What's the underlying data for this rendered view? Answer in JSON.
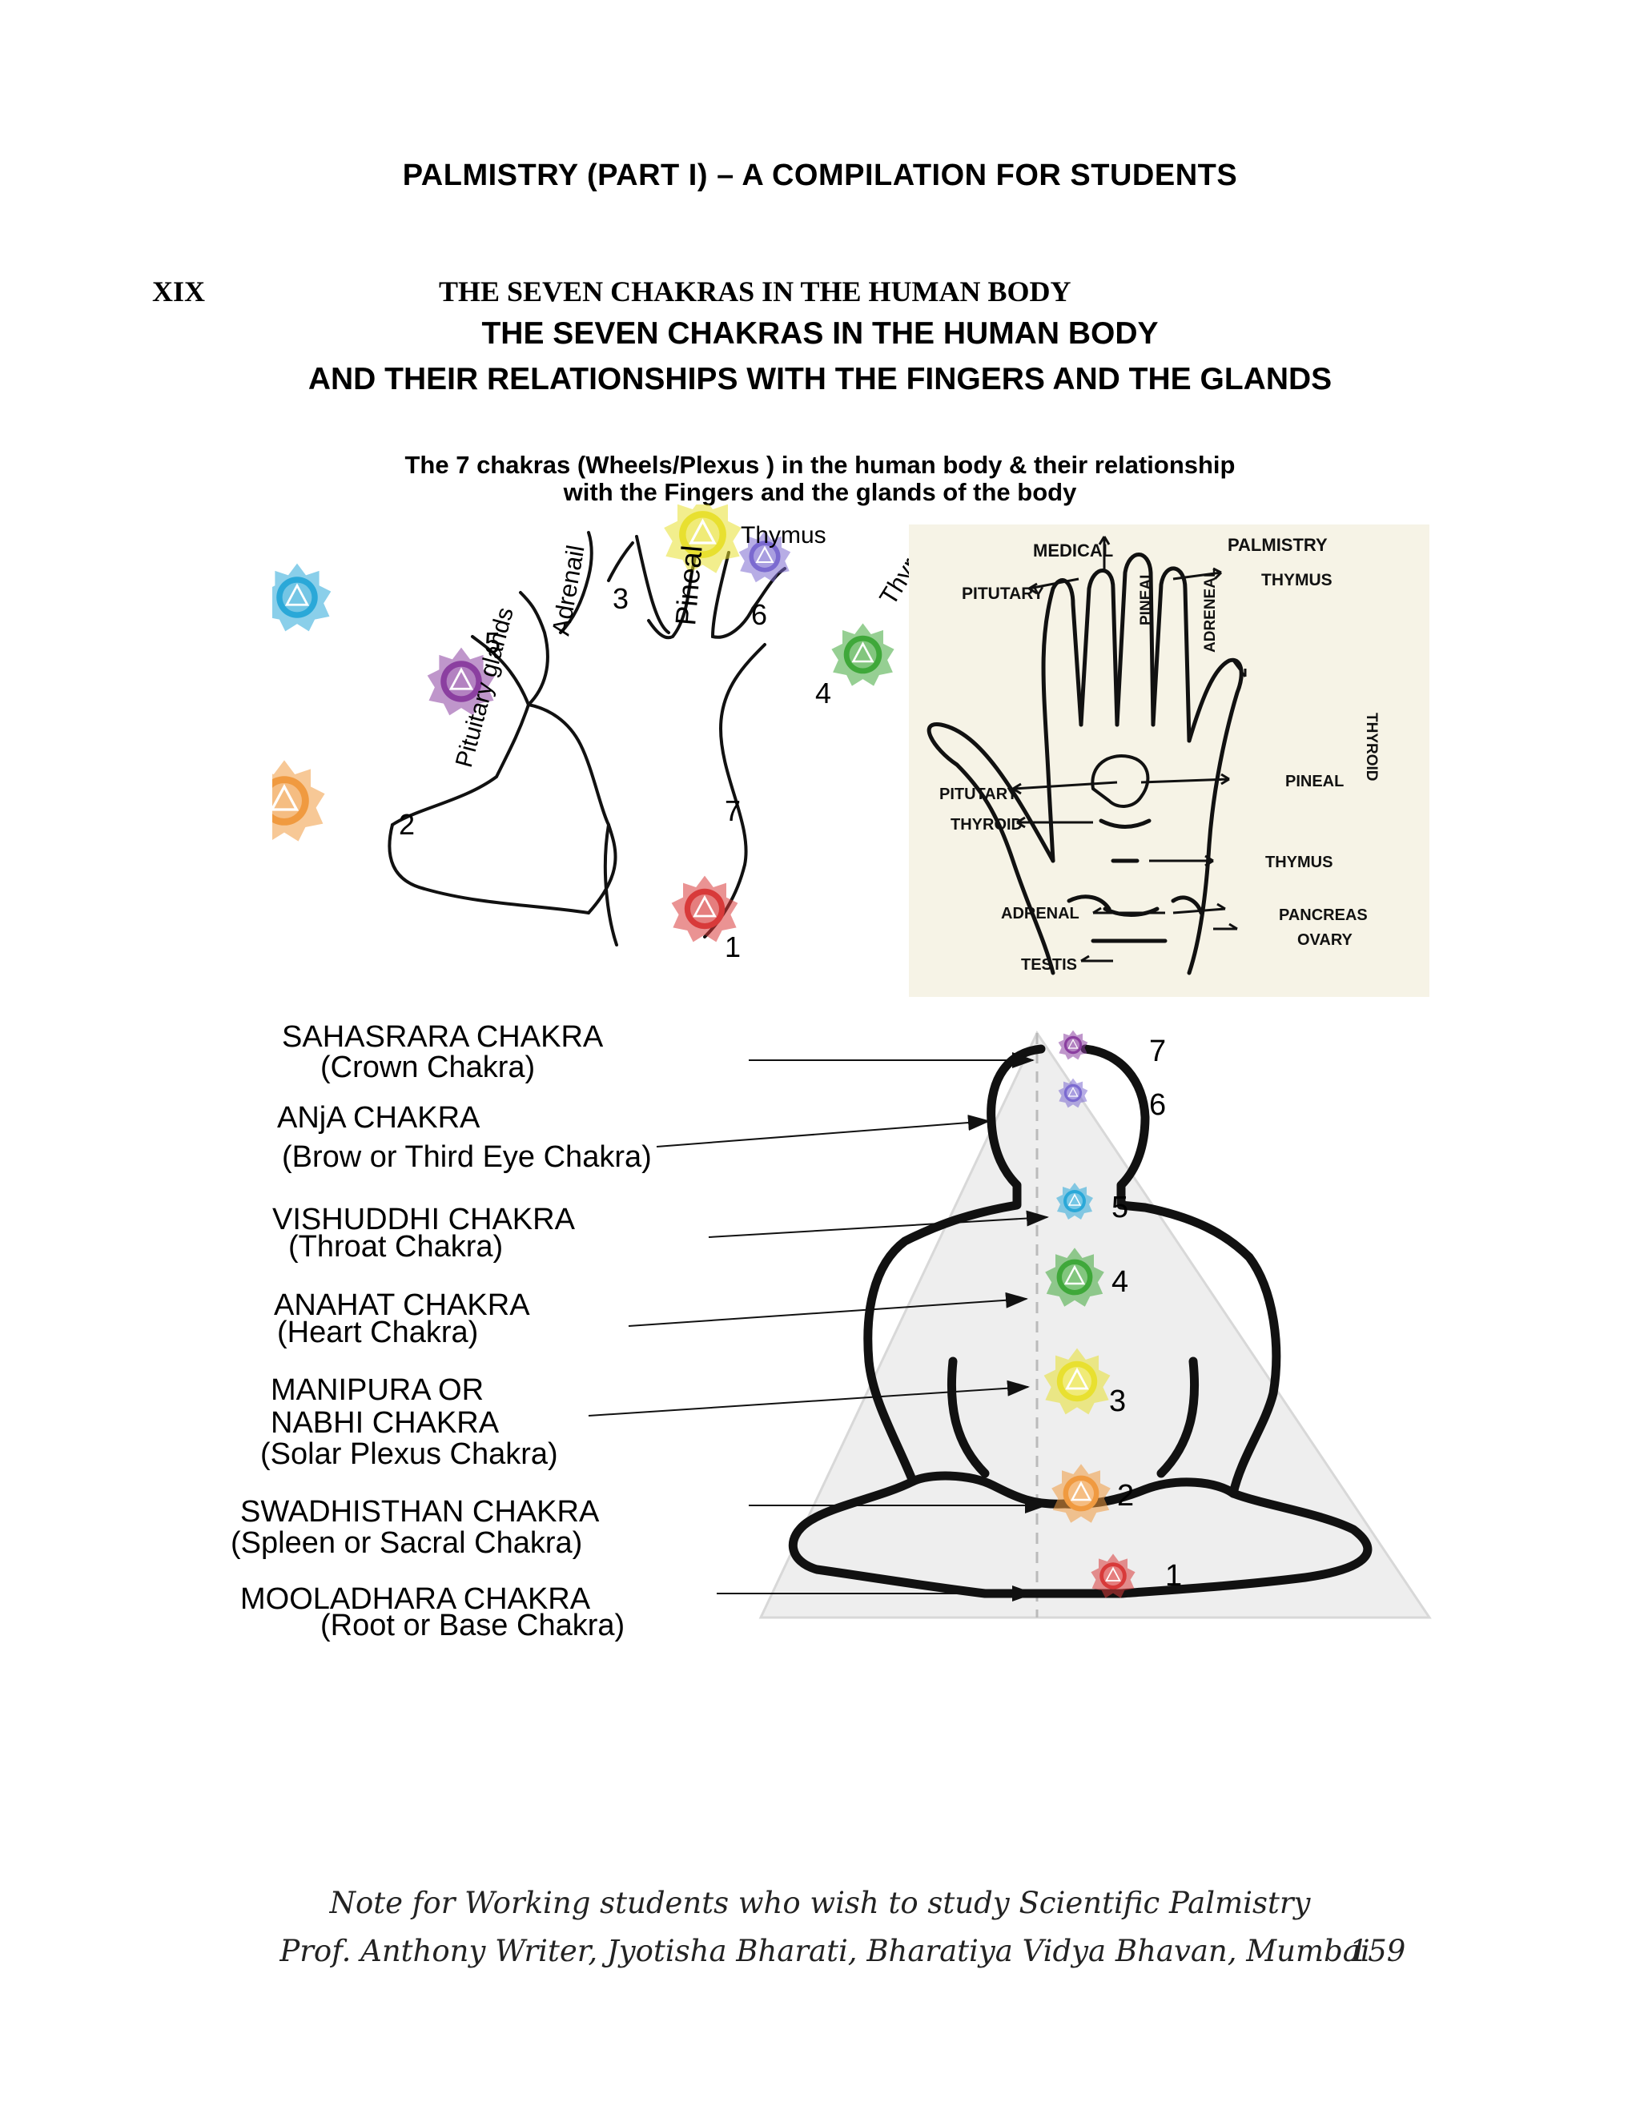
{
  "header": {
    "title": "PALMISTRY   (PART I) – A COMPILATION FOR STUDENTS"
  },
  "section": {
    "number": "XIX",
    "title": "THE SEVEN CHAKRAS IN THE HUMAN BODY"
  },
  "heading": {
    "line1": "THE SEVEN CHAKRAS IN THE HUMAN BODY",
    "line2": "AND THEIR RELATIONSHIPS WITH THE FINGERS AND THE GLANDS"
  },
  "figure_caption": {
    "line1": "The  7 chakras (Wheels/Plexus ) in the human body  & their relationship",
    "line2": "with the Fingers and the glands of the body"
  },
  "hand_figure": {
    "labels": {
      "pituitary": "Pituitary glands",
      "adrenail": "Adrenail",
      "pineal": "Pineal",
      "thymus": "Thymus",
      "thyroid": "Thyroid"
    },
    "numbers": [
      "1",
      "2",
      "3",
      "4",
      "5",
      "6",
      "7"
    ]
  },
  "sketch_figure": {
    "medical": "MEDICAL",
    "palmistry": "PALMISTRY",
    "finger_pituitary": "PITUTARY",
    "finger_pineal": "PINEAL",
    "finger_adrenal": "ADRENEAL",
    "finger_thymus": "THYMUS",
    "finger_thyroid": "THYROID",
    "pituitary": "PITUTARY",
    "thyroid": "THYROID",
    "pineal": "PINEAL",
    "thymus": "THYMUS",
    "adrenal": "ADRENAL",
    "pancreas": "PANCREAS",
    "ovary": "OVARY",
    "testis": "TESTIS"
  },
  "chakras": [
    {
      "name": "SAHASRARA CHAKRA",
      "alt": "(Crown Chakra)",
      "number": "7",
      "color": "#8b3fa0"
    },
    {
      "name": "ANjA CHAKRA",
      "alt": "(Brow or Third Eye Chakra)",
      "number": "6",
      "color": "#7b6ad0"
    },
    {
      "name": "VISHUDDHI CHAKRA",
      "alt": "(Throat Chakra)",
      "number": "5",
      "color": "#2aa8d8"
    },
    {
      "name": "ANAHAT CHAKRA",
      "alt": "(Heart Chakra)",
      "number": "4",
      "color": "#3fa83a"
    },
    {
      "name": "MANIPURA OR",
      "name2": "NABHI CHAKRA",
      "alt": "(Solar Plexus Chakra)",
      "number": "3",
      "color": "#e8e030"
    },
    {
      "name": "SWADHISTHAN CHAKRA",
      "alt": "(Spleen or Sacral Chakra)",
      "number": "2",
      "color": "#f09a40"
    },
    {
      "name": "MOOLADHARA CHAKRA",
      "alt": "(Root or Base Chakra)",
      "number": "1",
      "color": "#d83a3a"
    }
  ],
  "footer": {
    "line1": "Note for Working students who wish to study Scientific Palmistry",
    "line2": "Prof. Anthony Writer, Jyotisha Bharati, Bharatiya Vidya Bhavan,  Mumbai",
    "page": "159"
  }
}
